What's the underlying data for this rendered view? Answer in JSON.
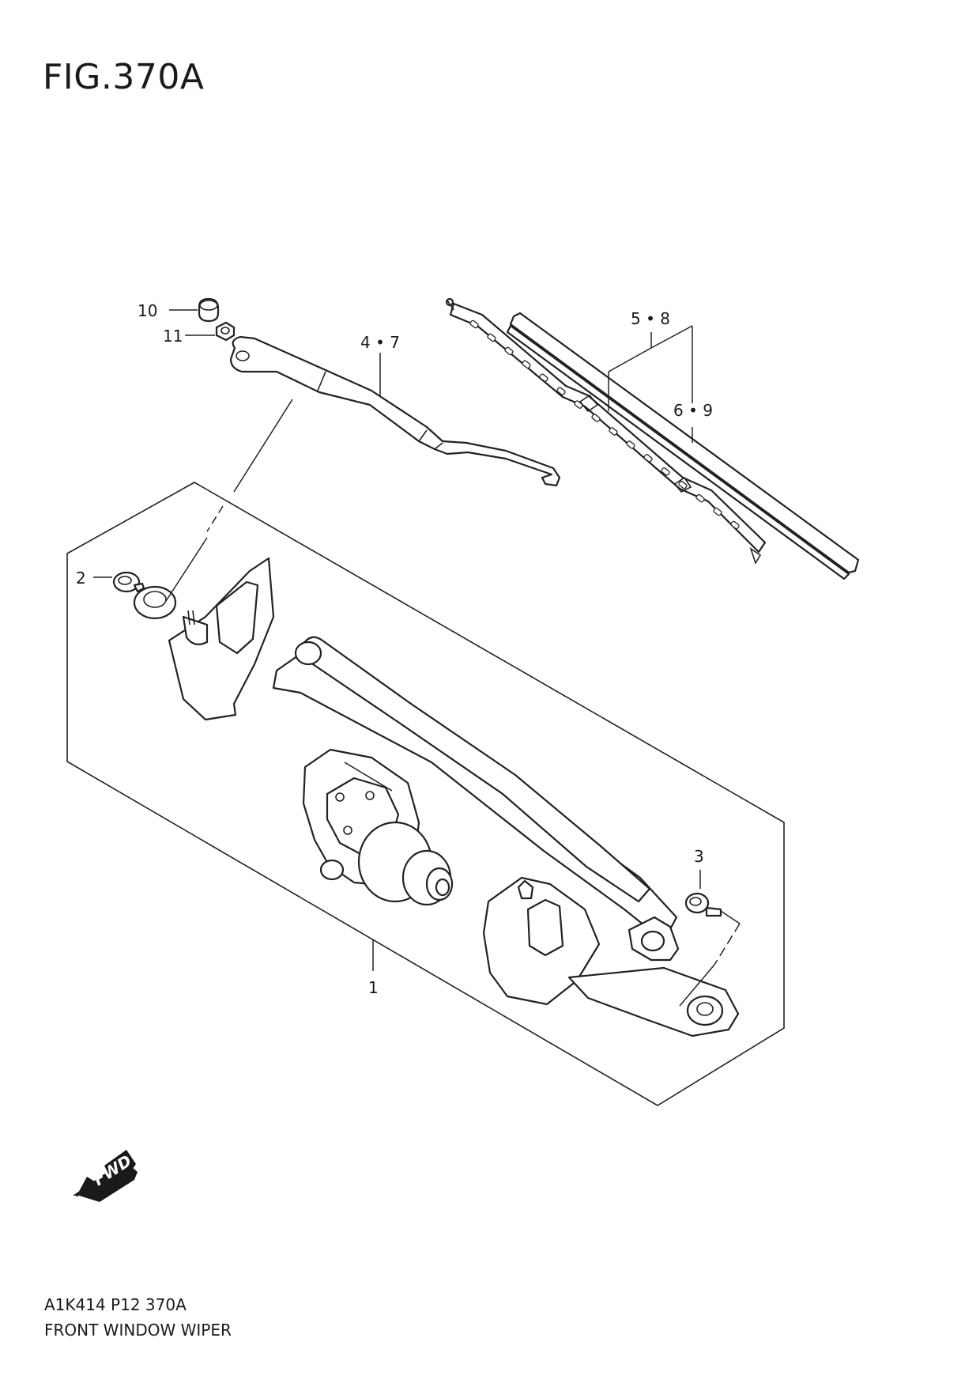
{
  "figure": {
    "title": "FIG.370A",
    "code": "A1K414 P12 370A",
    "name": "FRONT WINDOW WIPER"
  },
  "fwd_label": "FWD",
  "callouts": [
    {
      "id": "c10",
      "text": "10"
    },
    {
      "id": "c11",
      "text": "11"
    },
    {
      "id": "c47",
      "text": "4 • 7"
    },
    {
      "id": "c58",
      "text": "5 • 8"
    },
    {
      "id": "c69",
      "text": "6 • 9"
    },
    {
      "id": "c2",
      "text": "2"
    },
    {
      "id": "c3",
      "text": "3"
    },
    {
      "id": "c1",
      "text": "1"
    }
  ]
}
